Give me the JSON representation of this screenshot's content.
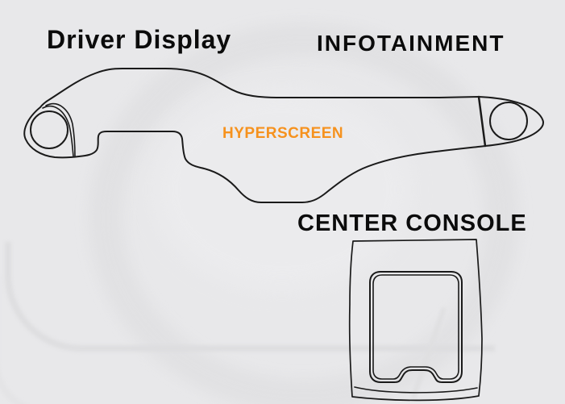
{
  "diagram": {
    "title_labels": {
      "driver_display": "Driver Display",
      "infotainment": "INFOTAINMENT",
      "hyperscreen": "HYPERSCREEN",
      "center_console": "CENTER CONSOLE"
    },
    "colors": {
      "background": "#e8e8ea",
      "outline": "#1a1a1a",
      "label_text": "#0b0b0b",
      "hyperscreen_accent": "#f6921e",
      "watermark": "#e0e0e2"
    }
  }
}
